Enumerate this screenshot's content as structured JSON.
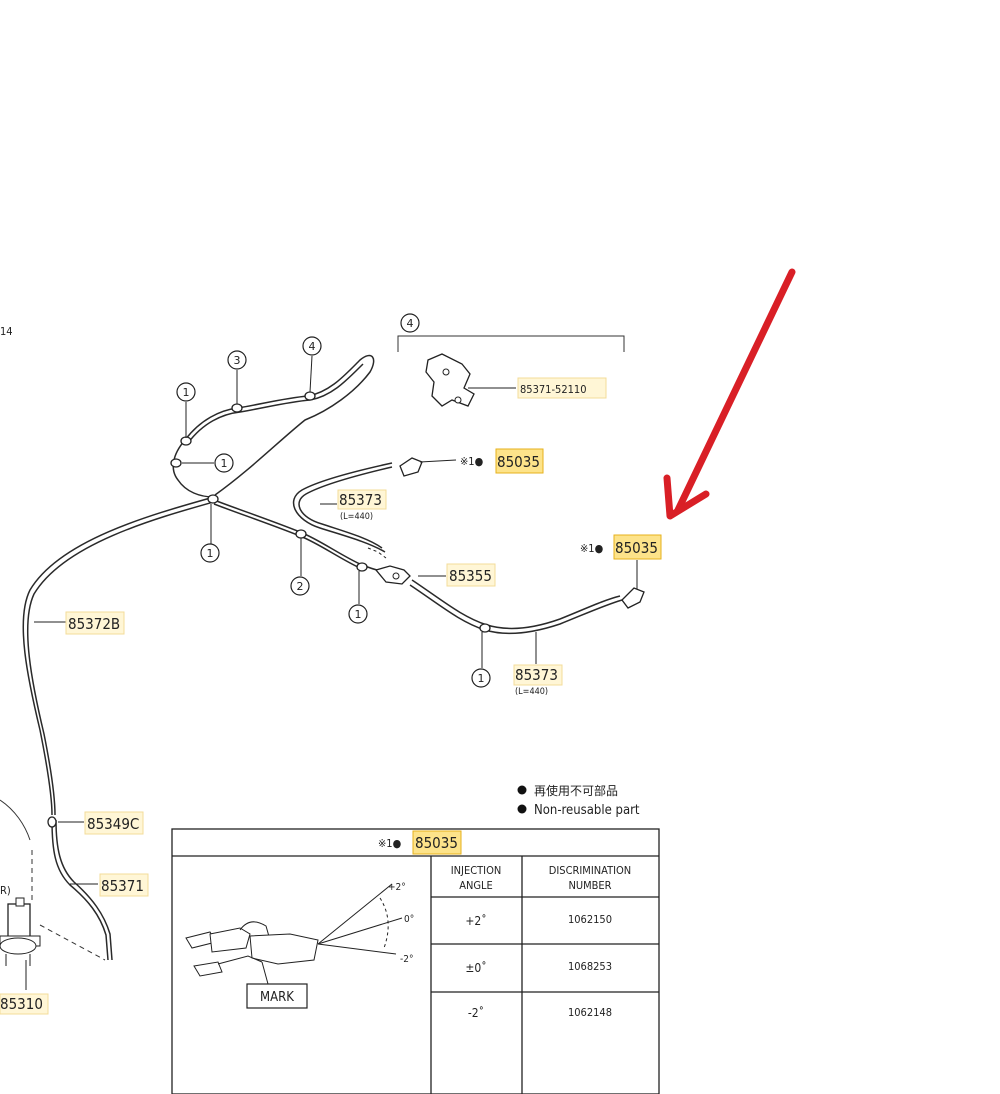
{
  "parts": {
    "p85371_52110": "85371-52110",
    "p85035": "85035",
    "p85373": "85373",
    "len440": "(L=440)",
    "p85355": "85355",
    "p85372b": "85372B",
    "p85349c": "85349C",
    "p85371": "85371",
    "p85310": "85310",
    "p14": "14",
    "prefix": "※1●"
  },
  "callouts": {
    "one": "1",
    "two": "2",
    "three": "3",
    "four": "4",
    "r": "R)"
  },
  "legend": {
    "jp": "再使用不可部品",
    "en": "Non-reusable part"
  },
  "table": {
    "header_code": "85035",
    "col1_line1": "INJECTION",
    "col1_line2": "ANGLE",
    "col2_line1": "DISCRIMINATION",
    "col2_line2": "NUMBER",
    "rows": [
      {
        "angle": "+2˚",
        "number": "1062150"
      },
      {
        "angle": "±0˚",
        "number": "1068253"
      },
      {
        "angle": "-2˚",
        "number": "1062148"
      }
    ],
    "mark_label": "MARK",
    "angle_plus": "+2°",
    "angle_zero": "0°",
    "angle_minus": "-2°"
  },
  "colors": {
    "highlight": "#fde38a",
    "arrow": "#d91f26"
  }
}
